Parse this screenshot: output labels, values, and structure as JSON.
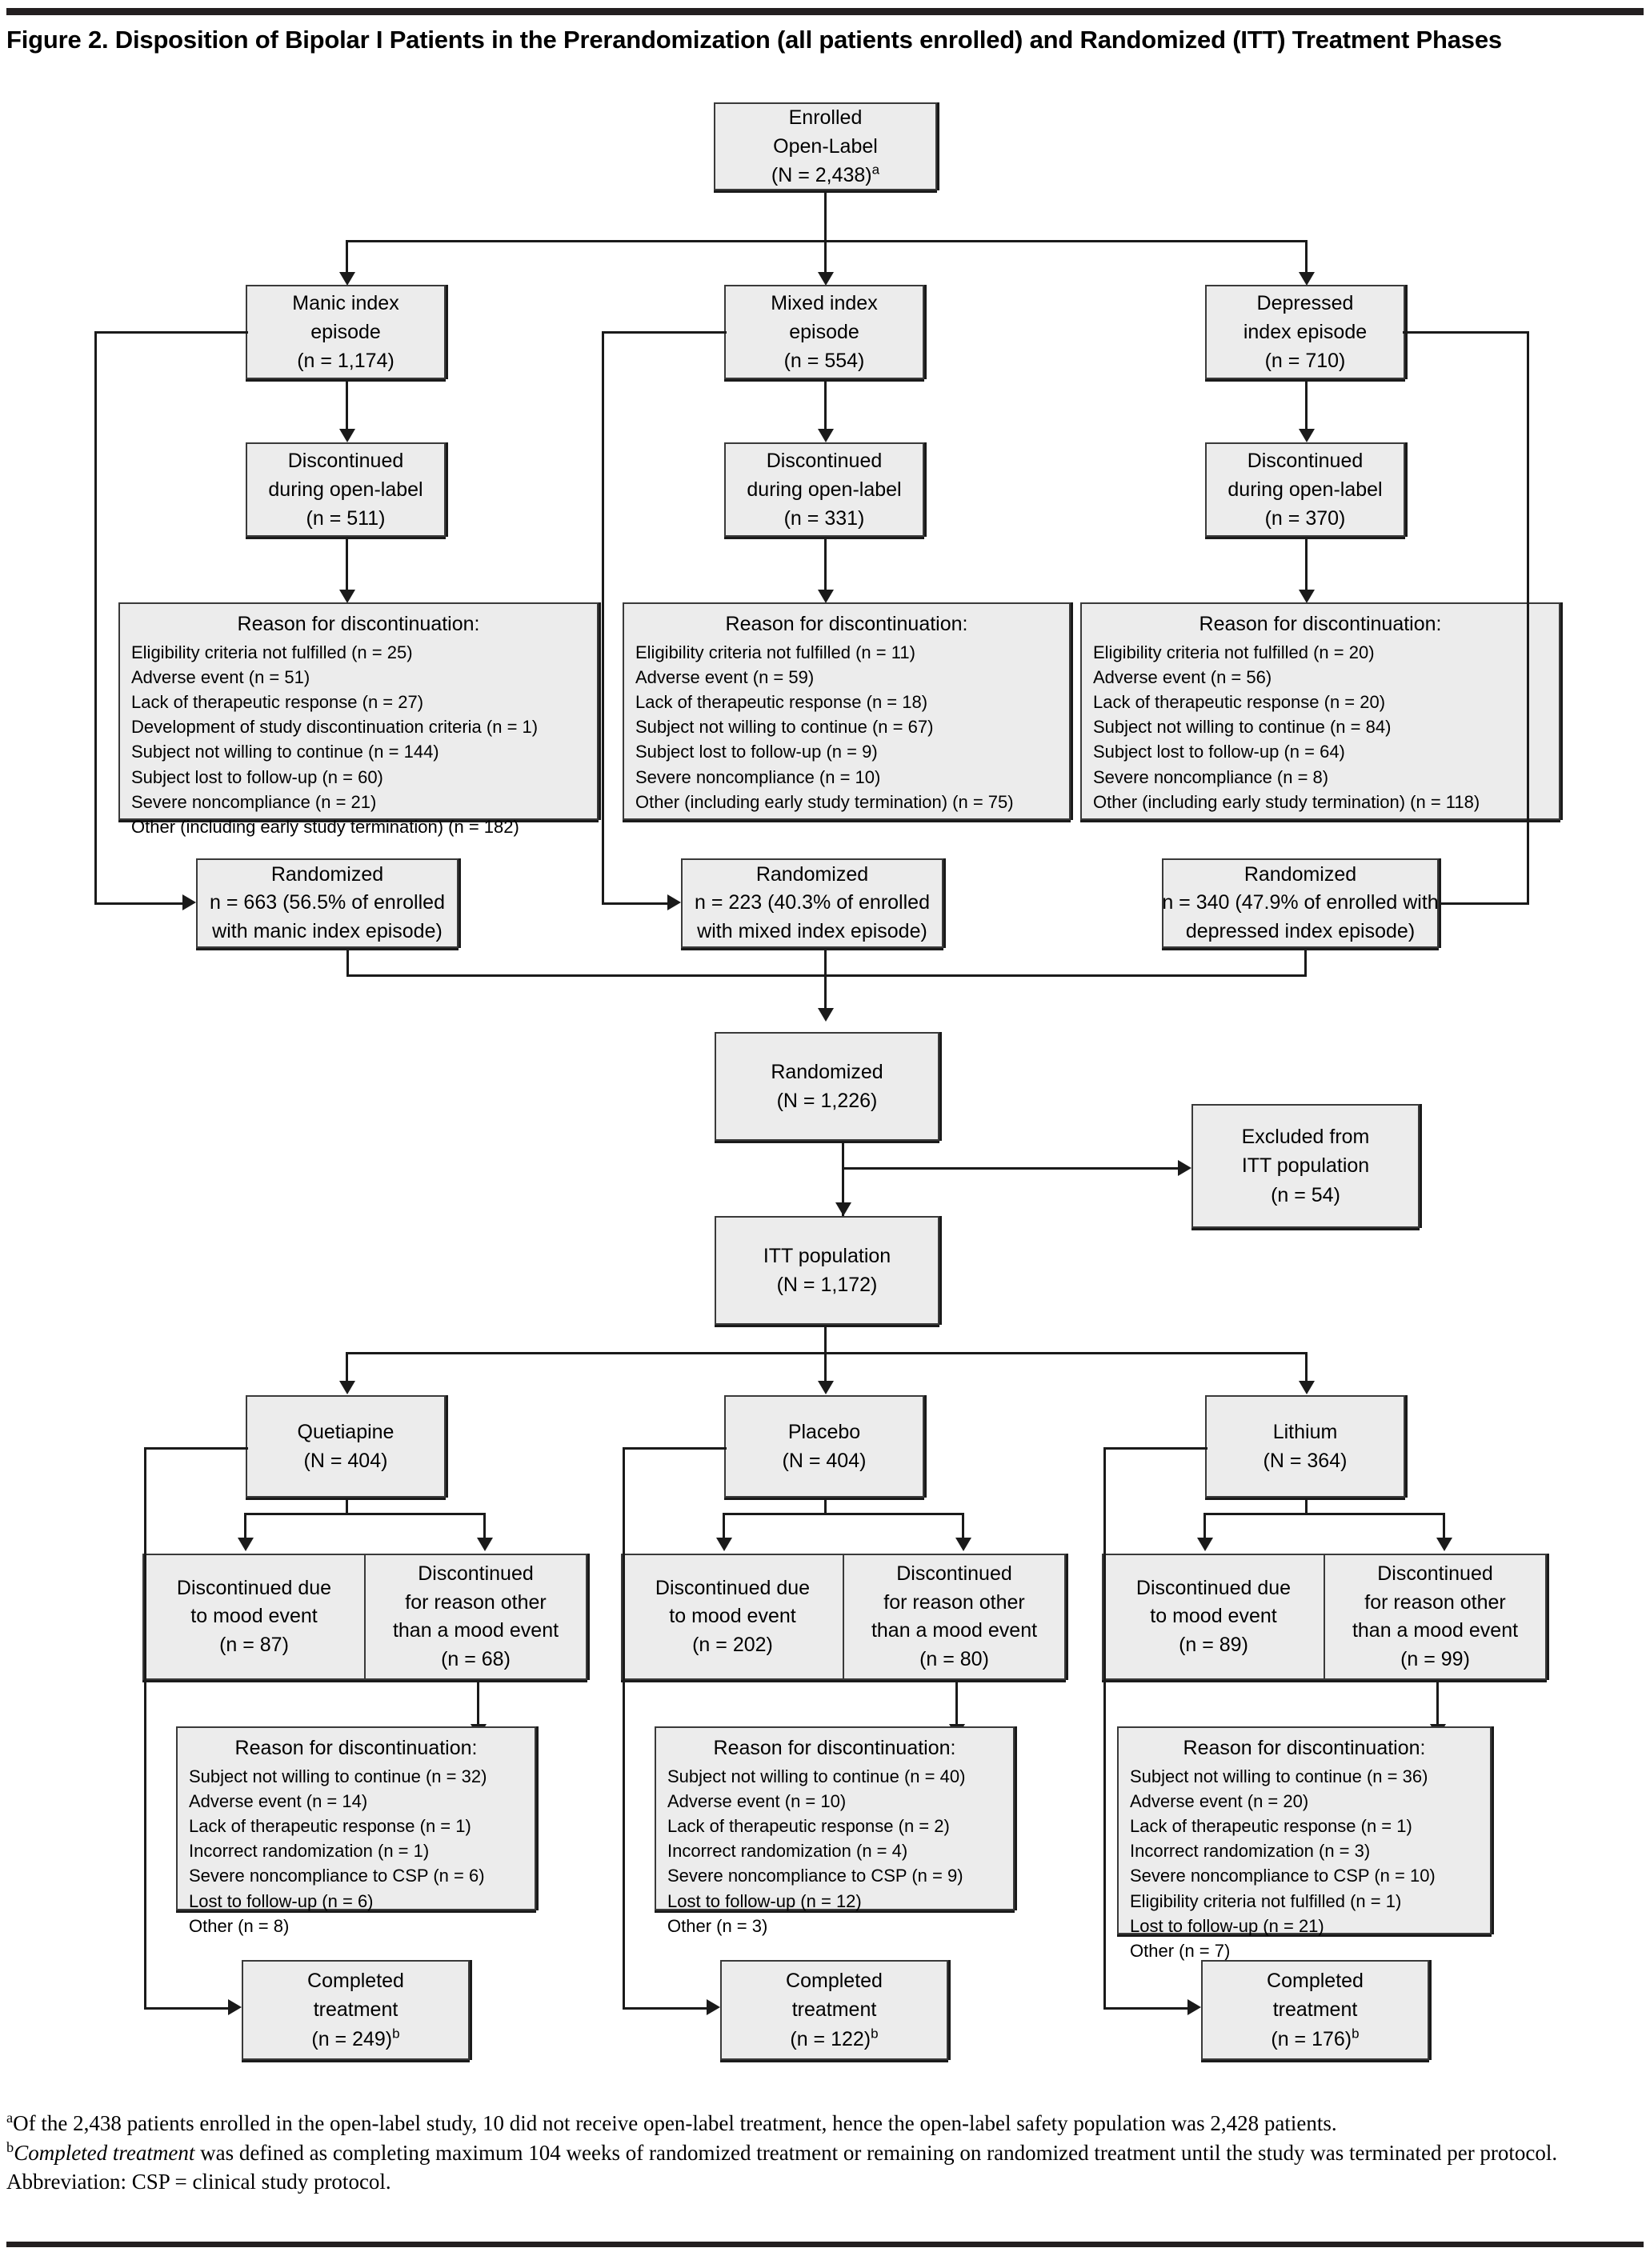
{
  "figure": {
    "title": "Figure 2. Disposition of Bipolar I Patients in the Prerandomization (all patients enrolled) and Randomized (ITT) Treatment Phases"
  },
  "enrolled": {
    "line1": "Enrolled",
    "line2": "Open-Label",
    "line3": "(N = 2,438)",
    "sup": "a"
  },
  "arms_prerand": [
    {
      "key": "manic",
      "episode": {
        "line1": "Manic index",
        "line2": "episode",
        "line3": "(n = 1,174)"
      },
      "discontinued": {
        "line1": "Discontinued",
        "line2": "during open-label",
        "line3": "(n = 511)"
      },
      "reasons": {
        "heading": "Reason for discontinuation:",
        "items": [
          "Eligibility criteria not fulfilled (n = 25)",
          "Adverse event (n = 51)",
          "Lack of therapeutic response (n = 27)",
          "Development of study discontinuation criteria (n = 1)",
          "Subject not willing to continue (n = 144)",
          "Subject lost to follow-up (n = 60)",
          "Severe noncompliance (n = 21)",
          "Other (including early study termination) (n = 182)"
        ]
      },
      "randomized": {
        "line1": "Randomized",
        "line2": "n = 663 (56.5% of enrolled",
        "line3": "with manic index episode)"
      }
    },
    {
      "key": "mixed",
      "episode": {
        "line1": "Mixed index",
        "line2": "episode",
        "line3": "(n = 554)"
      },
      "discontinued": {
        "line1": "Discontinued",
        "line2": "during open-label",
        "line3": "(n = 331)"
      },
      "reasons": {
        "heading": "Reason for discontinuation:",
        "items": [
          "Eligibility criteria not fulfilled (n = 11)",
          "Adverse event (n = 59)",
          "Lack of therapeutic response (n = 18)",
          "Subject not willing to continue (n = 67)",
          "Subject lost to follow-up (n = 9)",
          "Severe noncompliance (n = 10)",
          "Other (including early study termination) (n = 75)"
        ]
      },
      "randomized": {
        "line1": "Randomized",
        "line2": "n = 223 (40.3% of enrolled",
        "line3": "with mixed index episode)"
      }
    },
    {
      "key": "depressed",
      "episode": {
        "line1": "Depressed",
        "line2": "index episode",
        "line3": "(n = 710)"
      },
      "discontinued": {
        "line1": "Discontinued",
        "line2": "during open-label",
        "line3": "(n = 370)"
      },
      "reasons": {
        "heading": "Reason for discontinuation:",
        "items": [
          "Eligibility criteria not fulfilled (n = 20)",
          "Adverse event (n = 56)",
          "Lack of therapeutic response (n = 20)",
          "Subject not willing to continue (n = 84)",
          "Subject lost to follow-up (n = 64)",
          "Severe noncompliance (n = 8)",
          "Other (including early study termination) (n = 118)"
        ]
      },
      "randomized": {
        "line1": "Randomized",
        "line2": "n = 340 (47.9% of enrolled with",
        "line3": "depressed index episode)"
      }
    }
  ],
  "randomized_total": {
    "line1": "Randomized",
    "line2": "(N = 1,226)"
  },
  "excluded": {
    "line1": "Excluded from",
    "line2": "ITT population",
    "line3": "(n = 54)"
  },
  "itt": {
    "line1": "ITT population",
    "line2": "(N = 1,172)"
  },
  "arms_rand": [
    {
      "key": "quetiapine",
      "treatment": {
        "line1": "Quetiapine",
        "line2": "(N = 404)"
      },
      "disc_mood": {
        "line1": "Discontinued due",
        "line2": "to mood event",
        "line3": "(n = 87)"
      },
      "disc_other": {
        "line1": "Discontinued",
        "line2": "for reason other",
        "line3": "than a mood event",
        "line4": "(n = 68)"
      },
      "reasons": {
        "heading": "Reason for discontinuation:",
        "items": [
          "Subject not willing to continue (n = 32)",
          "Adverse event (n = 14)",
          "Lack of therapeutic response (n = 1)",
          "Incorrect randomization (n = 1)",
          "Severe noncompliance to CSP (n = 6)",
          "Lost to follow-up (n = 6)",
          "Other (n = 8)"
        ]
      },
      "completed": {
        "line1": "Completed",
        "line2": "treatment",
        "line3": "(n = 249)",
        "sup": "b"
      }
    },
    {
      "key": "placebo",
      "treatment": {
        "line1": "Placebo",
        "line2": "(N = 404)"
      },
      "disc_mood": {
        "line1": "Discontinued due",
        "line2": "to mood event",
        "line3": "(n = 202)"
      },
      "disc_other": {
        "line1": "Discontinued",
        "line2": "for reason other",
        "line3": "than a mood event",
        "line4": "(n = 80)"
      },
      "reasons": {
        "heading": "Reason for discontinuation:",
        "items": [
          "Subject not willing to continue (n = 40)",
          "Adverse event (n = 10)",
          "Lack of therapeutic response (n = 2)",
          "Incorrect randomization (n = 4)",
          "Severe noncompliance to CSP (n = 9)",
          "Lost to follow-up (n = 12)",
          "Other (n = 3)"
        ]
      },
      "completed": {
        "line1": "Completed",
        "line2": "treatment",
        "line3": "(n = 122)",
        "sup": "b"
      }
    },
    {
      "key": "lithium",
      "treatment": {
        "line1": "Lithium",
        "line2": "(N = 364)"
      },
      "disc_mood": {
        "line1": "Discontinued due",
        "line2": "to mood event",
        "line3": "(n = 89)"
      },
      "disc_other": {
        "line1": "Discontinued",
        "line2": "for reason other",
        "line3": "than a mood event",
        "line4": "(n = 99)"
      },
      "reasons": {
        "heading": "Reason for discontinuation:",
        "items": [
          "Subject not willing to continue (n = 36)",
          "Adverse event (n = 20)",
          "Lack of therapeutic response (n = 1)",
          "Incorrect randomization (n = 3)",
          "Severe noncompliance to CSP (n = 10)",
          "Eligibility criteria not fulfilled (n = 1)",
          "Lost to follow-up (n = 21)",
          "Other (n = 7)"
        ]
      },
      "completed": {
        "line1": "Completed",
        "line2": "treatment",
        "line3": "(n = 176)",
        "sup": "b"
      }
    }
  ],
  "footnotes": {
    "a_marker": "a",
    "a_text": "Of the 2,438 patients enrolled in the open-label study, 10 did not receive open-label treatment, hence the open-label safety population was 2,428 patients.",
    "b_marker": "b",
    "b_italic": "Completed treatment",
    "b_text": " was defined as completing maximum 104 weeks of randomized treatment or remaining on randomized treatment until the study was terminated per protocol.",
    "abbrev": "Abbreviation: CSP = clinical study protocol."
  }
}
